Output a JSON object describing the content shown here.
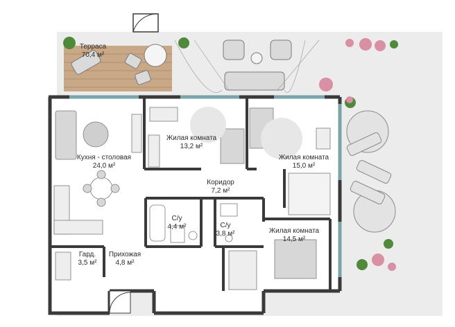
{
  "rooms": {
    "terrace": {
      "name": "Терраса",
      "area": "70,4 м²"
    },
    "kitchen": {
      "name": "Кухня - столовая",
      "area": "24,0 м²"
    },
    "living1": {
      "name": "Жилая комната",
      "area": "13,2 м²"
    },
    "living2": {
      "name": "Жилая комната",
      "area": "15,0 м²"
    },
    "corridor": {
      "name": "Коридор",
      "area": "7,2 м²"
    },
    "bath1": {
      "name": "С/у",
      "area": "4,4 м²"
    },
    "bath2": {
      "name": "С/у",
      "area": "3,8 м²"
    },
    "living3": {
      "name": "Жилая комната",
      "area": "14,5 м²"
    },
    "wardrobe": {
      "name": "Гард.",
      "area": "3,5 м²"
    },
    "hall": {
      "name": "Прихожая",
      "area": "4,8 м²"
    }
  },
  "colors": {
    "wall": "#3a3a3a",
    "floor": "#ffffff",
    "terrace_floor": "#ececec",
    "deck": "#c8a887",
    "window": "#7aa5a8",
    "furniture": "#d7d7d7",
    "plant_green": "#4f8a3a",
    "plant_pink": "#d98fa4"
  }
}
